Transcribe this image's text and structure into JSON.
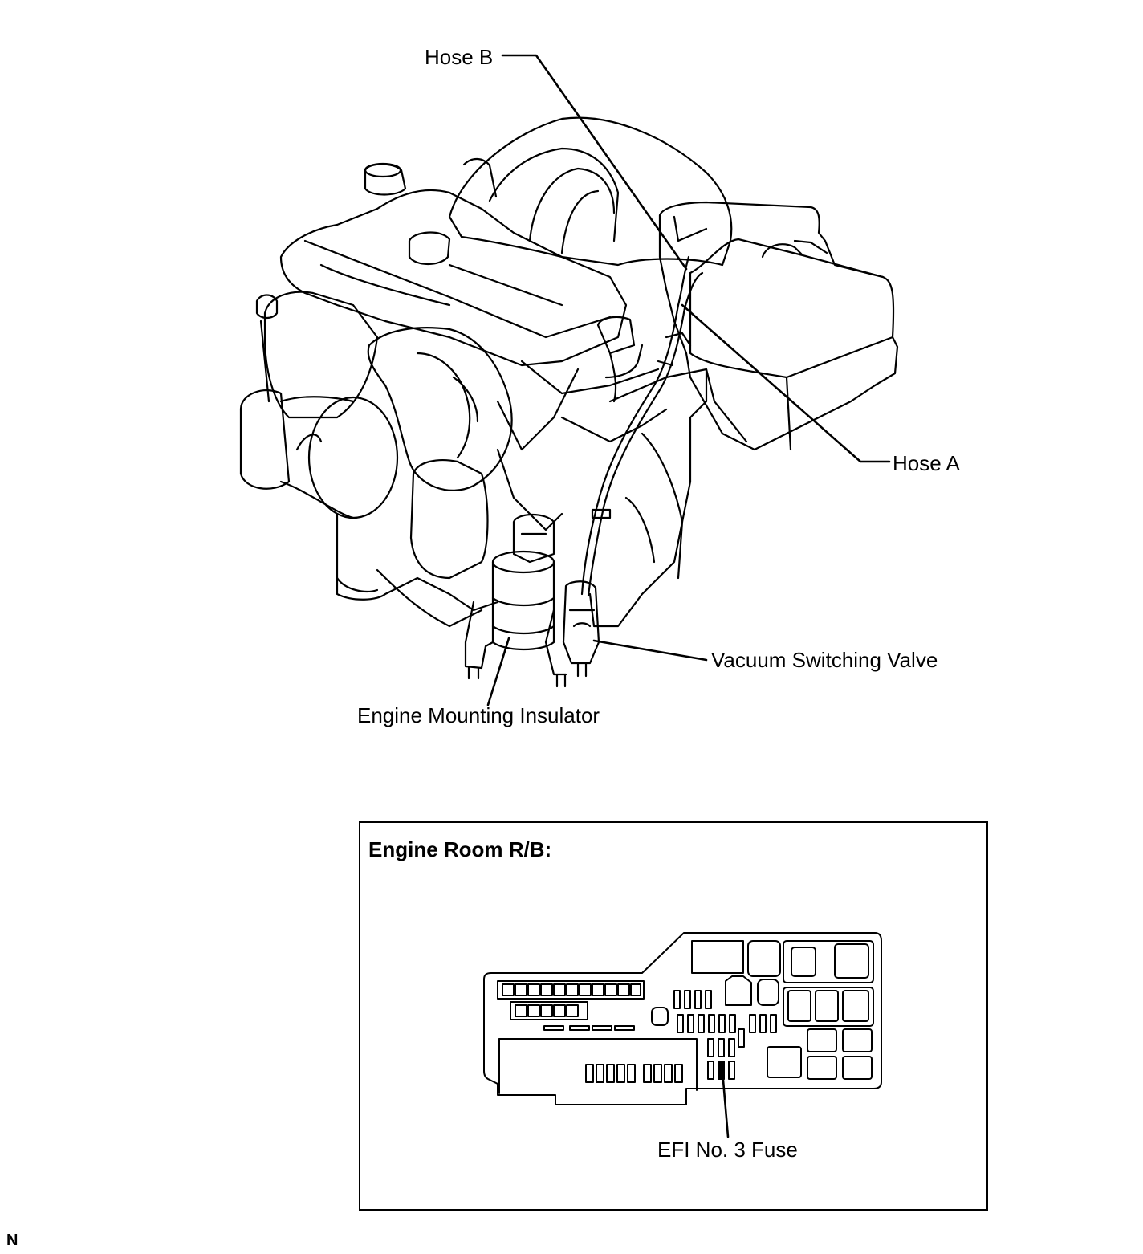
{
  "engine_view": {
    "callouts": {
      "hose_b": "Hose B",
      "hose_a": "Hose A",
      "vsv": "Vacuum Switching Valve",
      "mount": "Engine Mounting Insulator"
    }
  },
  "relay_block": {
    "title": "Engine Room R/B:",
    "callout": "EFI No. 3 Fuse"
  },
  "corner_mark": "N"
}
